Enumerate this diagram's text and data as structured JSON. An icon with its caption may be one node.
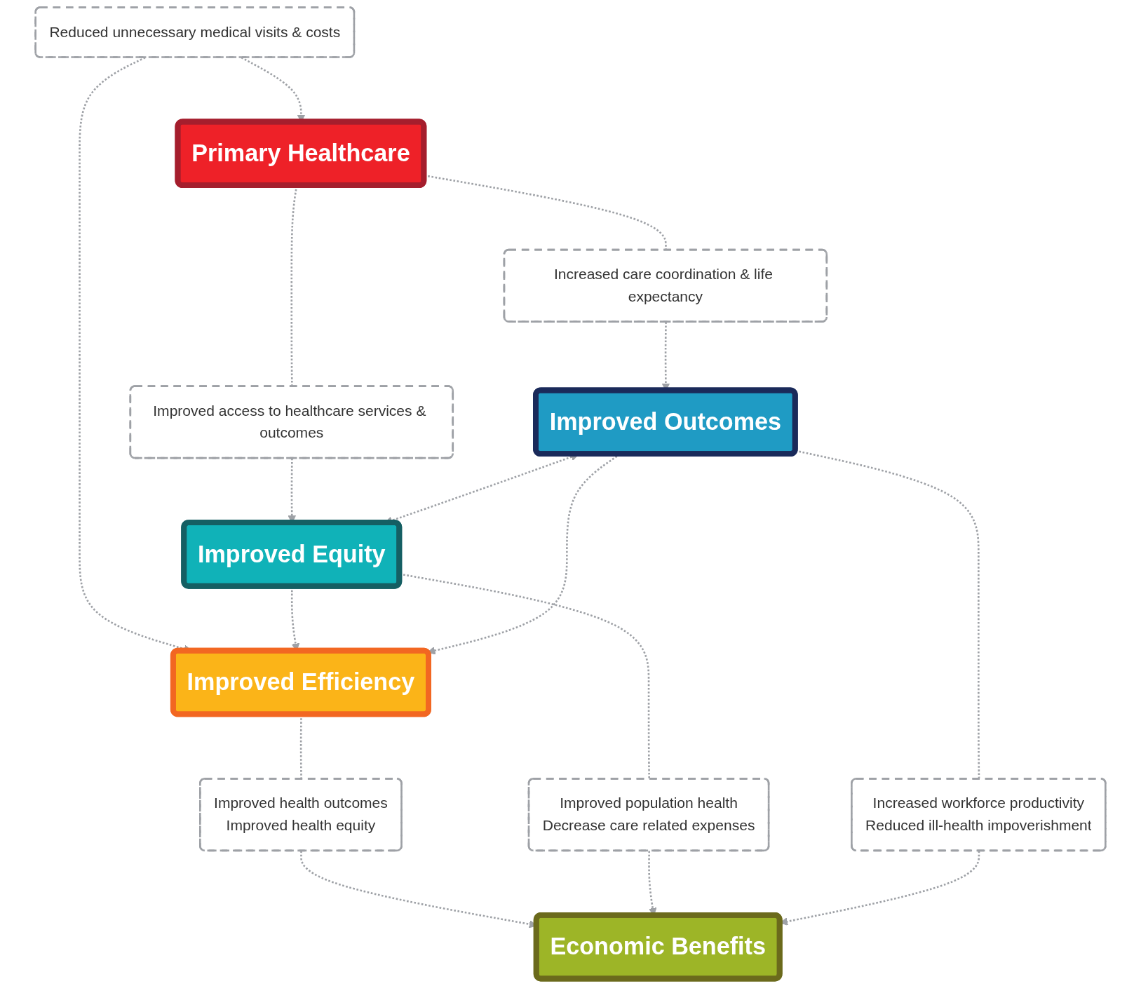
{
  "diagram": {
    "nodes": [
      {
        "text": [
          "Primary Healthcare"
        ]
      },
      {
        "text": [
          "Reduced unnecessary medical visits & costs"
        ]
      },
      {
        "text": [
          "Improved access to healthcare services & outcomes"
        ]
      },
      {
        "text": [
          "Increased care coordination & life expectancy"
        ]
      },
      {
        "text": [
          "Improved Efficiency"
        ]
      },
      {
        "text": [
          "Improved Equity"
        ]
      },
      {
        "text": [
          "Improved Outcomes"
        ]
      },
      {
        "text": [
          "Improved health outcomes",
          "Improved health equity"
        ]
      },
      {
        "text": [
          "Improved population health",
          "Decrease care related expenses"
        ]
      },
      {
        "text": [
          "Increased workforce productivity",
          "Reduced ill-health impoverishment"
        ]
      },
      {
        "text": [
          "Economic Benefits"
        ]
      }
    ],
    "edges": [
      {
        "from": 1,
        "to": 0,
        "arrow": "to",
        "style": "dashed"
      },
      {
        "from": 1,
        "to": 4,
        "arrow": "to",
        "style": "dashed"
      },
      {
        "from": 0,
        "to": 2,
        "arrow": "none",
        "style": "dashed"
      },
      {
        "from": 2,
        "to": 5,
        "arrow": "to",
        "style": "dashed"
      },
      {
        "from": 0,
        "to": 3,
        "arrow": "none",
        "style": "dashed"
      },
      {
        "from": 3,
        "to": 6,
        "arrow": "to",
        "style": "dashed"
      },
      {
        "from": 5,
        "to": 4,
        "arrow": "to",
        "style": "dashed"
      },
      {
        "from": 6,
        "to": 4,
        "arrow": "to",
        "style": "dashed"
      },
      {
        "from": 5,
        "to": 6,
        "arrow": "both",
        "style": "dashed"
      },
      {
        "from": 4,
        "to": 7,
        "arrow": "none",
        "style": "dashed"
      },
      {
        "from": 7,
        "to": 10,
        "arrow": "to",
        "style": "dashed"
      },
      {
        "from": 5,
        "to": 8,
        "arrow": "none",
        "style": "dashed"
      },
      {
        "from": 8,
        "to": 10,
        "arrow": "to",
        "style": "dashed"
      },
      {
        "from": 6,
        "to": 9,
        "arrow": "none",
        "style": "dashed"
      },
      {
        "from": 9,
        "to": 10,
        "arrow": "to",
        "style": "dashed"
      }
    ]
  }
}
